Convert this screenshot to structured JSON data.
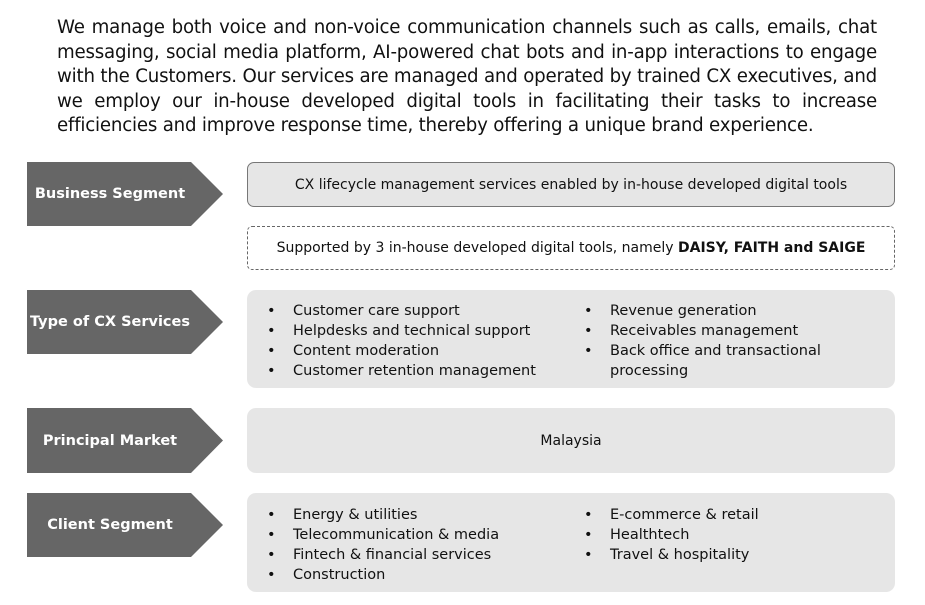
{
  "intro": "We manage both voice and non-voice communication channels such as calls, emails, chat messaging, social media platform, AI-powered chat bots and in-app interactions to engage with the Customers. Our services are managed and operated by trained CX executives, and we employ our in-house developed digital tools in facilitating their tasks to increase efficiencies and improve response time, thereby offering a unique brand experience.",
  "business_segment": {
    "label": "Business Segment",
    "main": "CX lifecycle management services enabled by in-house developed digital tools",
    "support_prefix": "Supported by 3 in-house developed digital tools, namely ",
    "support_bold": "DAISY, FAITH and SAIGE"
  },
  "cx_services": {
    "label": "Type of CX Services",
    "col1": [
      "Customer care support",
      "Helpdesks and technical support",
      "Content moderation",
      "Customer retention management"
    ],
    "col2": [
      "Revenue generation",
      "Receivables management",
      "Back office and transactional processing"
    ]
  },
  "principal_market": {
    "label": "Principal Market",
    "value": "Malaysia"
  },
  "client_segment": {
    "label": "Client Segment",
    "col1": [
      "Energy & utilities",
      "Telecommunication & media",
      "Fintech & financial services",
      "Construction"
    ],
    "col2": [
      "E-commerce & retail",
      "Healthtech",
      "Travel & hospitality"
    ]
  }
}
